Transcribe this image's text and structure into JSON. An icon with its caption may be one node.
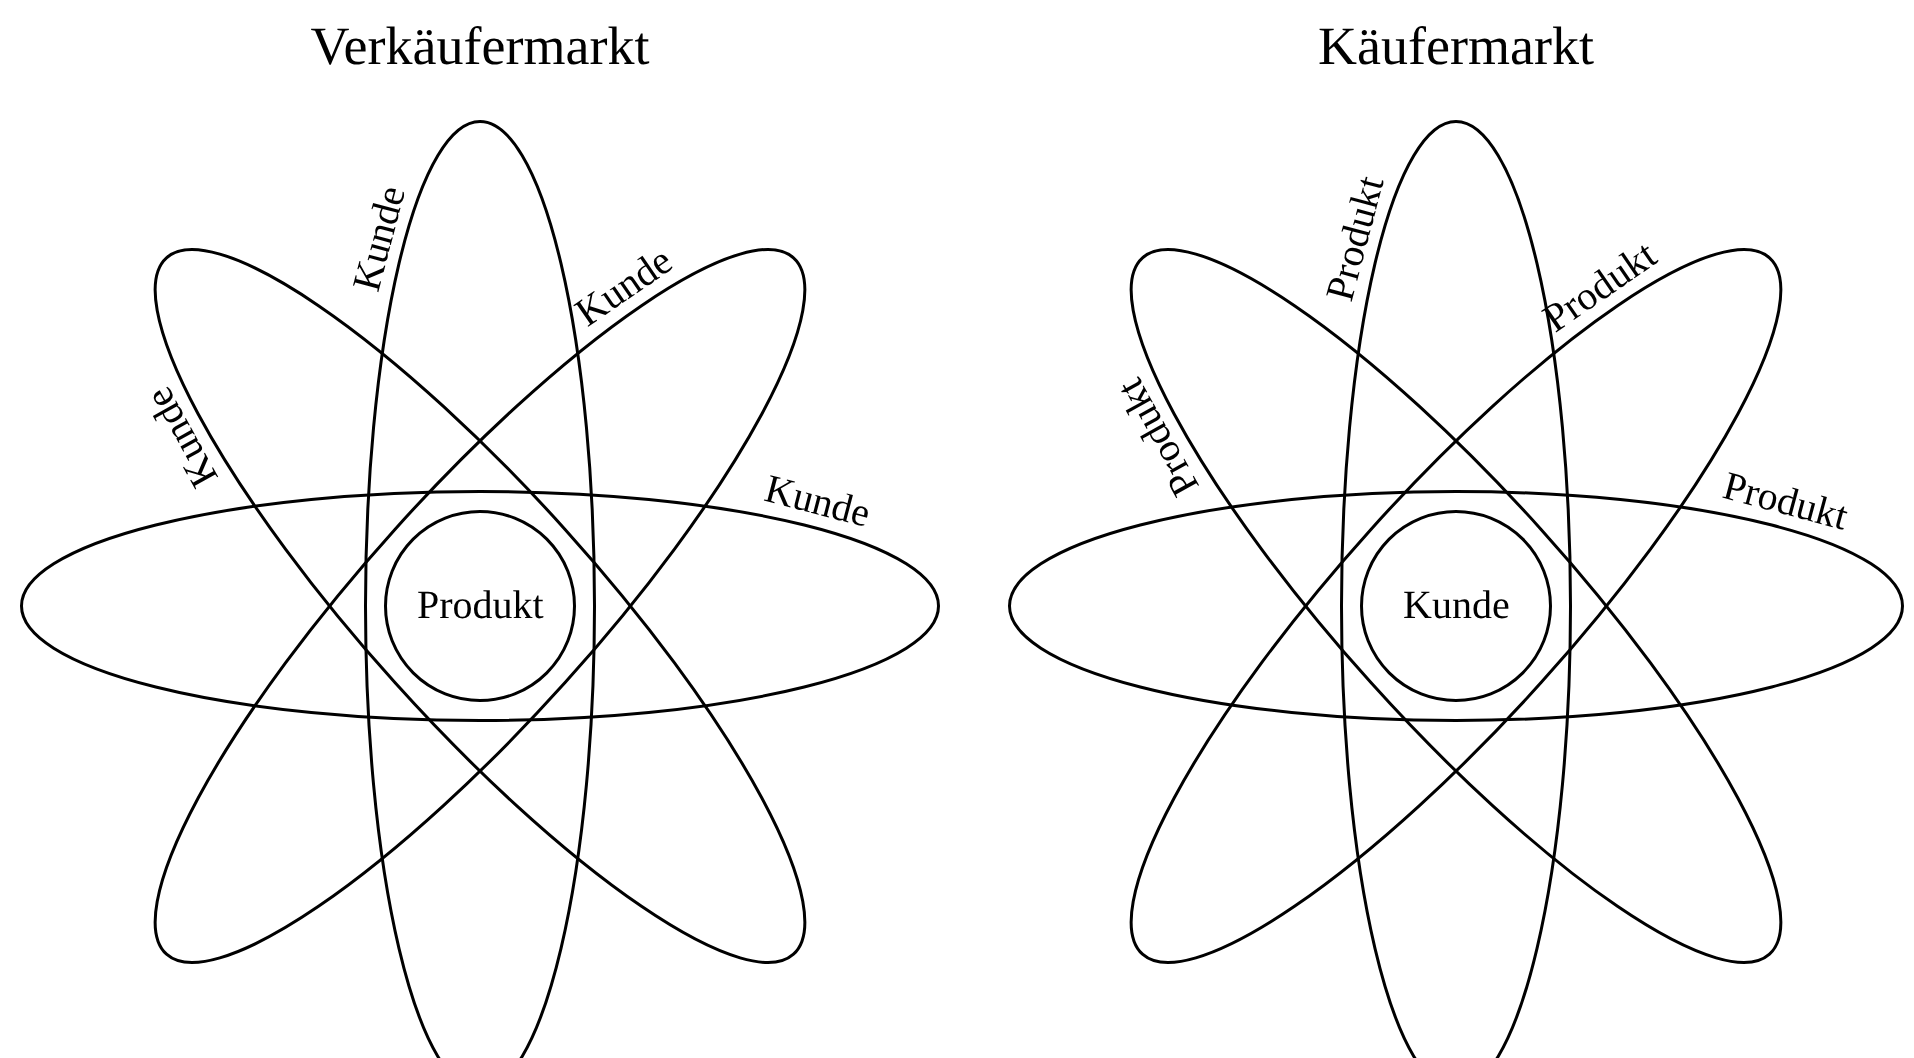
{
  "diagram": {
    "nodes": [
      {
        "text": [
          "Kunde"
        ]
      },
      {
        "text": [
          "Kunde"
        ]
      },
      {
        "text": [
          "Kunde"
        ]
      },
      {
        "text": [
          "Kunde"
        ]
      },
      {
        "text": [
          "Produkt"
        ]
      },
      {
        "text": [
          "Produkt"
        ]
      },
      {
        "text": [
          "Produkt"
        ]
      },
      {
        "text": [
          "Produkt"
        ]
      },
      {
        "text": [
          "Produkt"
        ]
      },
      {
        "text": [
          "Kunde"
        ]
      }
    ],
    "labels": [
      "Verkäufermarkt",
      "Käufermarkt"
    ]
  }
}
